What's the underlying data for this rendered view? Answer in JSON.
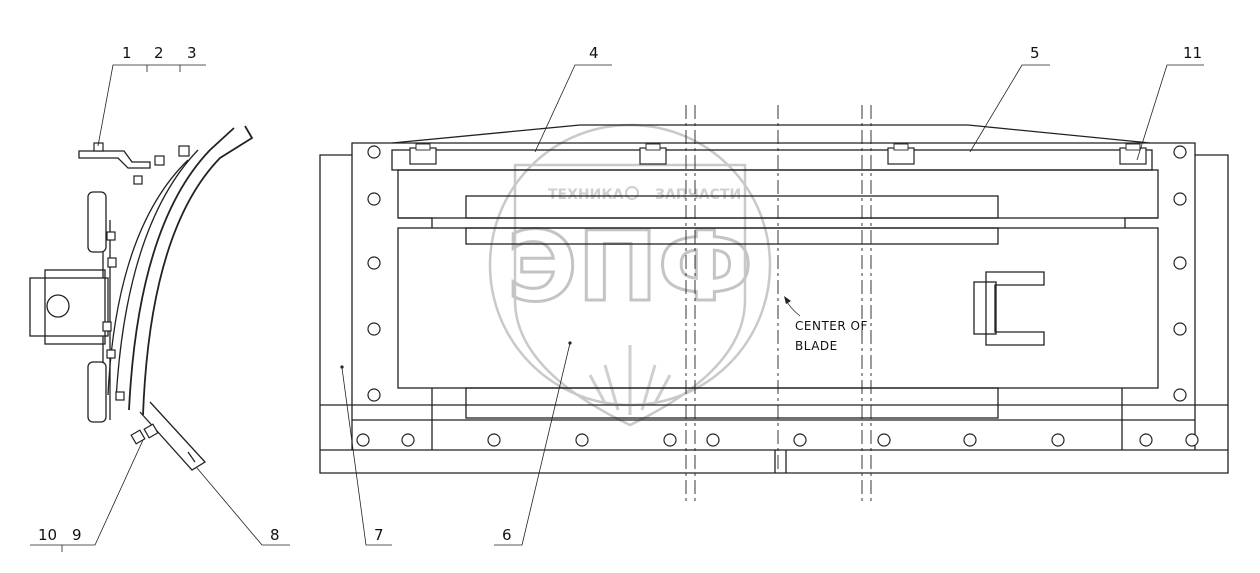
{
  "callouts": {
    "c1": "1",
    "c2": "2",
    "c3": "3",
    "c4": "4",
    "c5": "5",
    "c6": "6",
    "c7": "7",
    "c8": "8",
    "c9": "9",
    "c10": "10",
    "c11": "11"
  },
  "note": {
    "line1": "CENTER OF",
    "line2": "BLADE"
  },
  "watermark": {
    "top_left": "ТЕХНИКА",
    "top_right": "ЗАПЧАСТИ",
    "letters": "ЭПФ"
  }
}
